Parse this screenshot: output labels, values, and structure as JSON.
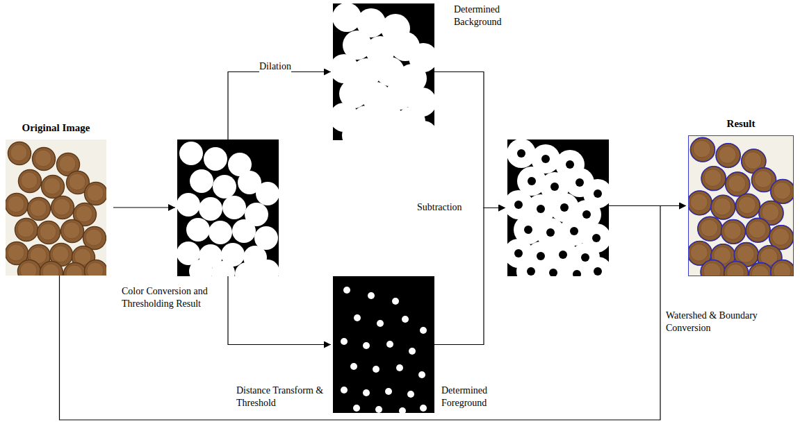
{
  "diagram": {
    "nodes": [
      {
        "text": [
          "Original Image"
        ]
      },
      {
        "text": [
          "Color Conversion and Thresholding Result"
        ]
      },
      {
        "text": [
          "Determined Background"
        ]
      },
      {
        "text": [
          "Determined Foreground"
        ]
      },
      {
        "text": []
      },
      {
        "text": [
          "Result"
        ]
      }
    ],
    "edges": [
      {
        "from": 0,
        "to": 1,
        "arrow": "to"
      },
      {
        "from": 1,
        "to": 2,
        "arrow": "to",
        "label": "Dilation"
      },
      {
        "from": 1,
        "to": 3,
        "arrow": "to",
        "label": "Distance Transform & Threshold"
      },
      {
        "from": 2,
        "to": 4,
        "arrow": "to",
        "label": "Subtraction"
      },
      {
        "from": 3,
        "to": 4,
        "arrow": "to"
      },
      {
        "from": 4,
        "to": 5,
        "arrow": "to"
      },
      {
        "from": 0,
        "to": 5,
        "arrow": "to",
        "label": "Watershed & Boundary Conversion"
      }
    ]
  }
}
